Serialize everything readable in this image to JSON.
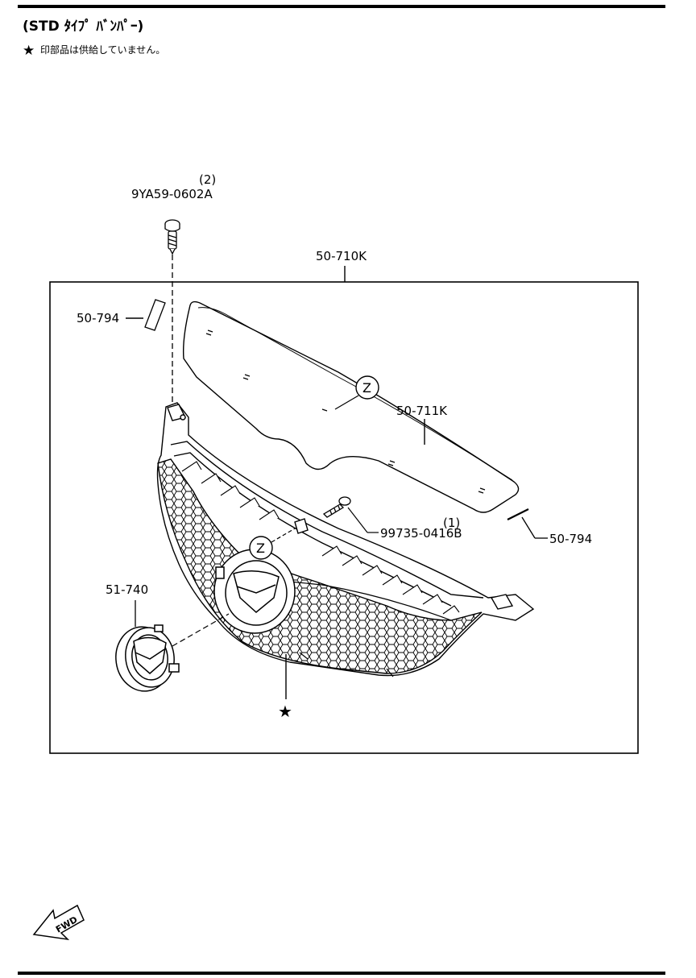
{
  "header": {
    "title": "(STD ﾀｲﾌﾟ ﾊﾞﾝﾊﾟｰ)",
    "note_symbol": "★",
    "note": "印部品は供給していません。"
  },
  "parts": {
    "screw_top_qty": "(2)",
    "screw_top_number": "9YA59-0602A",
    "grille_assembly": "50-710K",
    "tape_left": "50-794",
    "upper_garnish": "50-711K",
    "screw_mid_qty": "(1)",
    "screw_mid_number": "99735-0416B",
    "tape_right": "50-794",
    "emblem": "51-740",
    "grille_mark": "★"
  },
  "callouts": {
    "z_upper": "Z",
    "z_lower": "Z"
  },
  "direction": {
    "label": "FWD"
  }
}
